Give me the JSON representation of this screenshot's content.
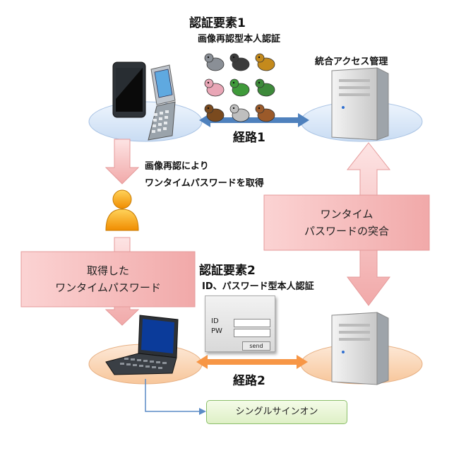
{
  "factor1": {
    "title": "認証要素1",
    "subtitle": "画像再認型本人認証",
    "animals": [
      "mouse-icon",
      "cow-icon",
      "tiger-icon",
      "rabbit-icon",
      "dragon-icon",
      "snake-icon",
      "horse-icon",
      "sheep-icon",
      "monkey-icon"
    ]
  },
  "factor2": {
    "title": "認証要素2",
    "subtitle": "ID、パスワード型本人認証"
  },
  "server_label": "統合アクセス管理",
  "route1": "経路1",
  "route2": "経路2",
  "step_get_otp": [
    "画像再認により",
    "ワンタイムパスワードを取得"
  ],
  "box_obtained": [
    "取得した",
    "ワンタイムパスワード"
  ],
  "box_verify": [
    "ワンタイム",
    "パスワードの突合"
  ],
  "login_form": {
    "id_label": "ID",
    "pw_label": "PW",
    "send_label": "send"
  },
  "sso_label": "シングルサインオン",
  "colors": {
    "blue_arrow": "#4f81bd",
    "orange_arrow": "#f79646",
    "pink_arrow": "#f3b5b5",
    "disc_blue": "#dbe9f9",
    "disc_orange": "#fbd8b8"
  }
}
